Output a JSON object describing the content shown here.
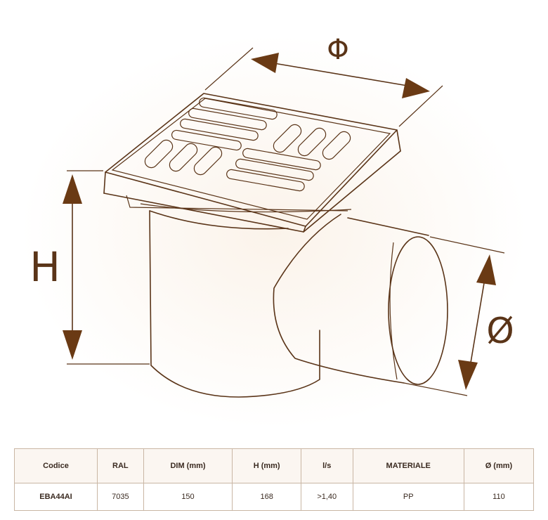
{
  "diagram": {
    "labels": {
      "phi": "Φ",
      "height": "H",
      "diameter": "Ø"
    },
    "colors": {
      "line": "#5a3418",
      "arrow": "#6a3a14",
      "table_border": "#c9b6a4"
    }
  },
  "table": {
    "headers": [
      "Codice",
      "RAL",
      "DIM (mm)",
      "H (mm)",
      "l/s",
      "MATERIALE",
      "Ø (mm)"
    ],
    "rows": [
      [
        "EBA44AI",
        "7035",
        "150",
        "168",
        ">1,40",
        "PP",
        "110"
      ]
    ]
  }
}
